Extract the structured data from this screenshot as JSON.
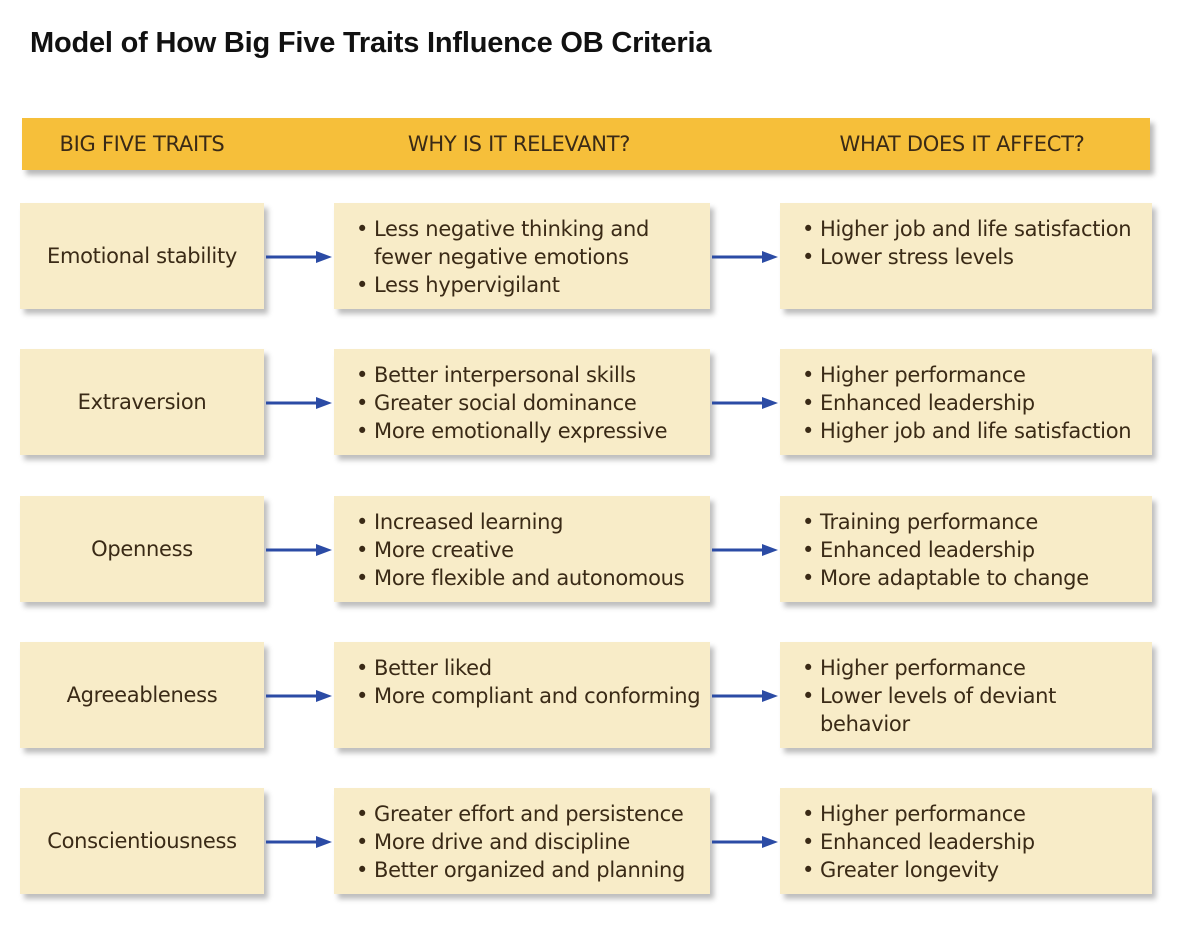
{
  "title": "Model of How Big Five Traits Influence OB Criteria",
  "headers": [
    "BIG FIVE TRAITS",
    "WHY IS IT RELEVANT?",
    "WHAT DOES IT AFFECT?"
  ],
  "colors": {
    "header_bar": "#f6bf3a",
    "box_fill": "#f8ecc8",
    "arrow": "#2b4ba5",
    "text": "#3a2a16"
  },
  "rows": [
    {
      "trait": "Emotional stability",
      "why": [
        "Less negative thinking and fewer negative emotions",
        "Less hypervigilant"
      ],
      "affect": [
        "Higher job and life satisfaction",
        "Lower stress levels"
      ]
    },
    {
      "trait": "Extraversion",
      "why": [
        "Better interpersonal skills",
        "Greater social dominance",
        "More emotionally expressive"
      ],
      "affect": [
        "Higher performance",
        "Enhanced leadership",
        "Higher job and life satisfaction"
      ]
    },
    {
      "trait": "Openness",
      "why": [
        "Increased learning",
        "More creative",
        "More flexible and autonomous"
      ],
      "affect": [
        "Training performance",
        "Enhanced leadership",
        "More adaptable to change"
      ]
    },
    {
      "trait": "Agreeableness",
      "why": [
        "Better liked",
        "More compliant and conforming"
      ],
      "affect": [
        "Higher performance",
        "Lower levels of deviant behavior"
      ]
    },
    {
      "trait": "Conscientiousness",
      "why": [
        "Greater effort and persistence",
        "More drive and discipline",
        "Better organized and planning"
      ],
      "affect": [
        "Higher performance",
        "Enhanced leadership",
        "Greater longevity"
      ]
    }
  ]
}
